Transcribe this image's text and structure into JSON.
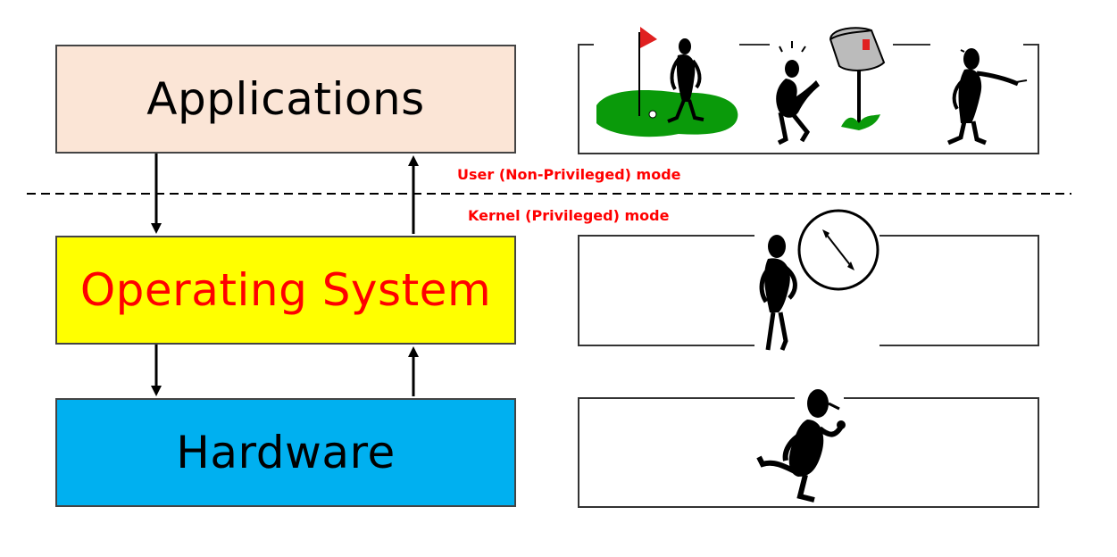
{
  "layers": {
    "applications": {
      "label": "Applications",
      "fill": "#fbe5d6",
      "text_color": "#000000"
    },
    "operating_system": {
      "label": "Operating System",
      "fill": "#ffff00",
      "text_color": "#ff0000"
    },
    "hardware": {
      "label": "Hardware",
      "fill": "#00b0f0",
      "text_color": "#000000"
    }
  },
  "modes": {
    "user": {
      "label": "User (Non-Privileged) mode",
      "color": "#ff0000"
    },
    "kernel": {
      "label": "Kernel (Privileged) mode",
      "color": "#ff0000"
    }
  },
  "colors": {
    "line": "#000000",
    "border": "#444444",
    "grass": "#0a9a0a",
    "flag": "#e02020"
  },
  "icons": [
    "golfer-icon",
    "mailbox-icon",
    "pointing-figure-icon",
    "clock-figure-icon",
    "running-figure-icon"
  ]
}
